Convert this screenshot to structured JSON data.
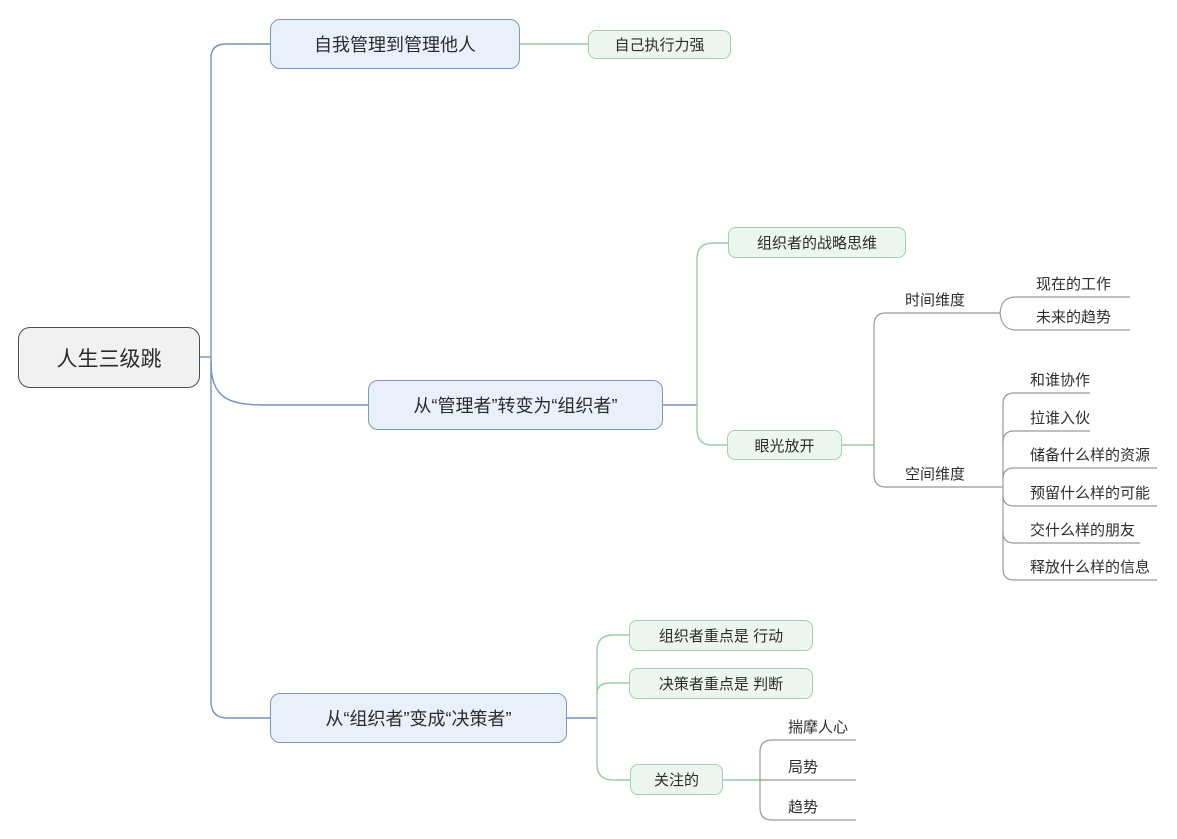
{
  "mindmap": {
    "root": {
      "text": "人生三级跳"
    },
    "branches": [
      {
        "text": "自我管理到管理他人",
        "children": [
          {
            "text": "自己执行力强"
          }
        ]
      },
      {
        "text": "从“管理者”转变为“组织者”",
        "children": [
          {
            "text": "组织者的战略思维"
          },
          {
            "text": "眼光放开",
            "children": [
              {
                "text": "时间维度",
                "children": [
                  {
                    "text": "现在的工作"
                  },
                  {
                    "text": "未来的趋势"
                  }
                ]
              },
              {
                "text": "空间维度",
                "children": [
                  {
                    "text": "和谁协作"
                  },
                  {
                    "text": "拉谁入伙"
                  },
                  {
                    "text": "储备什么样的资源"
                  },
                  {
                    "text": "预留什么样的可能"
                  },
                  {
                    "text": "交什么样的朋友"
                  },
                  {
                    "text": "释放什么样的信息"
                  }
                ]
              }
            ]
          }
        ]
      },
      {
        "text": "从“组织者”变成“决策者”",
        "children": [
          {
            "text": "组织者重点是 行动"
          },
          {
            "text": "决策者重点是 判断"
          },
          {
            "text": "关注的",
            "children": [
              {
                "text": "揣摩人心"
              },
              {
                "text": "局势"
              },
              {
                "text": "趋势"
              }
            ]
          }
        ]
      }
    ]
  },
  "colors": {
    "root_fill": "#f1f1f1",
    "root_border": "#4d4d4d",
    "main_topic_fill": "#e9f0f9",
    "main_topic_border": "#7b99c4",
    "sub_topic_fill": "#edf6ee",
    "sub_topic_border": "#a5cfaa",
    "connector_blue": "#7291bd",
    "connector_green": "#9ecba3",
    "connector_gray": "#999999",
    "text": "#2b2b2b",
    "background": "#ffffff"
  }
}
